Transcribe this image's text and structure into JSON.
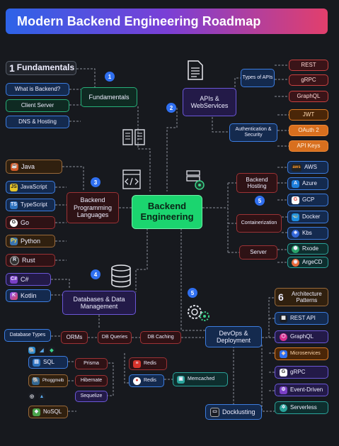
{
  "title": "Modern Backend Engineering Roadmap",
  "center": "Backend Engineering",
  "steps": {
    "s1": "1",
    "s2": "2",
    "s3": "3",
    "s4": "4",
    "s5a": "5",
    "s5b": "5"
  },
  "fundamentals": {
    "heading_num": "1",
    "heading": "Fundamentals",
    "hub": "Fundamentals",
    "items": [
      "What is Backend?",
      "Client Server",
      "DNS & Hosting"
    ]
  },
  "apis": {
    "hub": "APIs & WebServices",
    "types_label": "Types of APIs",
    "types": [
      "REST",
      "gRPC",
      "GraphQL"
    ],
    "auth_label": "Authentication & Security",
    "auth": [
      "JWT",
      "OAuth 2",
      "API Keys"
    ]
  },
  "languages": {
    "hub": "Backend Programming Languages",
    "items": [
      "Java",
      "JavaScript",
      "TypeScript",
      "Go",
      "Python",
      "Rust",
      "C#",
      "Kotlin"
    ]
  },
  "hosting": {
    "hosting_label": "Backend Hosting",
    "clouds": [
      "AWS",
      "Azure",
      "GCP"
    ],
    "container_label": "Containerization",
    "containers": [
      "Docker",
      "Kbs"
    ],
    "server_label": "Server",
    "servers": [
      "Rxode",
      "ArgeCD"
    ]
  },
  "databases": {
    "hub": "Databases & Data Management",
    "types_label": "Database Types",
    "orms_label": "ORMs",
    "queries_label": "DB Queries",
    "caching_label": "DB Caching",
    "sql": "SQL",
    "nosql": "NoSQL",
    "postgres": "Phoggmelb",
    "orms": [
      "Prisma",
      "Hibernate",
      "Sequelize"
    ],
    "caches": [
      "Redis",
      "Redis"
    ],
    "memcached": "Memcached"
  },
  "devops": {
    "hub": "DevOps & Deployment",
    "arch_num": "6",
    "arch_label": "Architecture Patterns",
    "items": [
      "REST API",
      "GraphQL",
      "Microservices",
      "gRPC",
      "Event-Driven",
      "Serverless"
    ],
    "docker_label": "Docklusting"
  },
  "icons": {
    "doc": "document-icon",
    "book": "book-icon",
    "code": "code-icon",
    "server": "server-gear-icon",
    "database": "database-icon",
    "gears": "gears-icon"
  },
  "colors": {
    "center": "#1bd56f",
    "accent_blue": "#2f6ff0",
    "api_red": "#c8403f",
    "auth_orange": "#e07a22"
  }
}
